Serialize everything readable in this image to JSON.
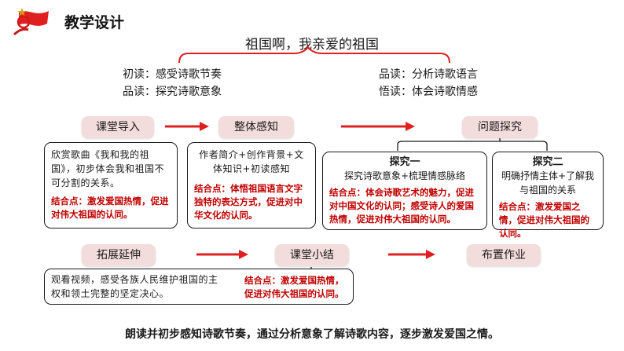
{
  "header": {
    "title": "教学设计",
    "logo_icon": "red-flag-emblem-icon"
  },
  "theme": "祖国啊，我亲爱的祖国",
  "reading": {
    "left": [
      "初读：感受诗歌节奏",
      "品读：探究诗歌意象"
    ],
    "right": [
      "品读：分析诗歌语言",
      "悟读：体会诗歌情感"
    ]
  },
  "steps_row1": [
    "课堂导入",
    "整体感知",
    "问题探究"
  ],
  "steps_row2": [
    "拓展延伸",
    "课堂小结",
    "布置作业"
  ],
  "boxes": {
    "intro": {
      "desc": "欣赏歌曲《我和我的祖国》，初步体会我和祖国不可分割的关系。",
      "combo": "结合点：激发爱国热情，促进对伟大祖国的认同。"
    },
    "overall": {
      "desc": "作者简介+创作背景+文体知识+初读感知",
      "combo": "结合点：体悟祖国语言文字独特的表达方式，促进对中华文化的认同。"
    },
    "explore1": {
      "title": "探究一",
      "desc": "探究诗歌意象+梳理情感脉络",
      "combo": "结合点：体会诗歌艺术的魅力，促进对中国文化的认同；感受诗人的爱国热情，促进对伟大祖国的认同。"
    },
    "explore2": {
      "title": "探究二",
      "desc": "明确抒情主体+了解我与祖国的关系",
      "combo": "结合点：激发爱国之情，促进对伟大祖国的认同。"
    },
    "extend": {
      "desc": "观看视频，感受各族人民维护祖国的主权和领土完整的坚定决心。",
      "combo": "结合点：激发爱国热情，促进对伟大祖国的认同。"
    }
  },
  "summary": "朗读并初步感知诗歌节奏，通过分析意象了解诗歌内容，逐步激发爱国之情。",
  "colors": {
    "accent": "#e02020",
    "combo_text": "#c00000",
    "pill_bg": "#f3dcdc"
  }
}
